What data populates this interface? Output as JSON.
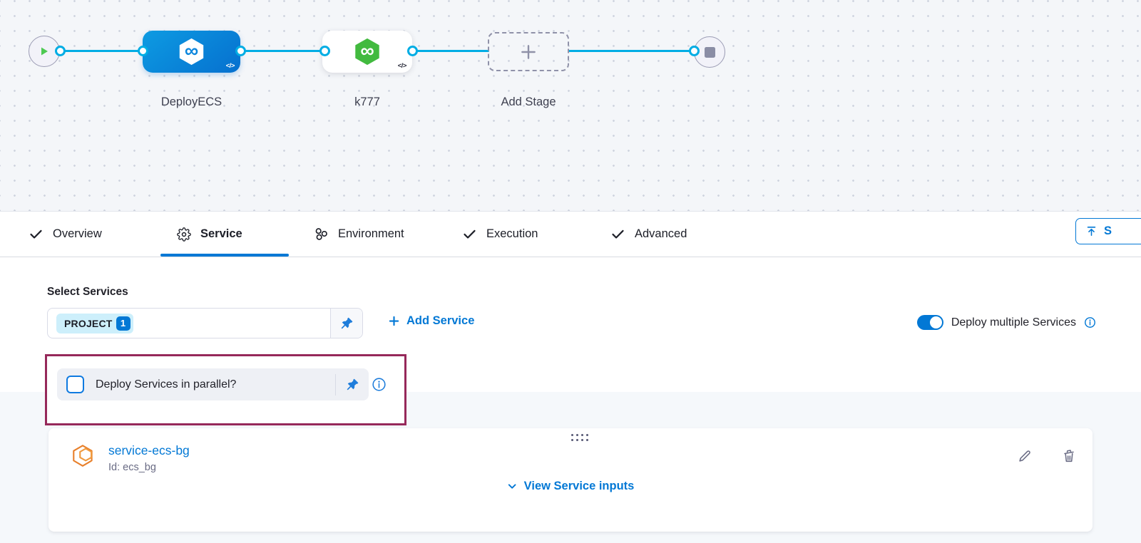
{
  "pipeline": {
    "stages": [
      {
        "name": "DeployECS"
      },
      {
        "name": "k777"
      },
      {
        "name": "Add Stage"
      }
    ],
    "code_badge": "</>"
  },
  "tabs": {
    "items": [
      {
        "label": "Overview"
      },
      {
        "label": "Service"
      },
      {
        "label": "Environment"
      },
      {
        "label": "Execution"
      },
      {
        "label": "Advanced"
      }
    ],
    "save_visible_label": "S"
  },
  "services": {
    "title": "Select Services",
    "chip_label": "PROJECT",
    "chip_count": "1",
    "add_service": "Add Service",
    "deploy_multiple": "Deploy multiple Services",
    "parallel_question": "Deploy Services in parallel?"
  },
  "card": {
    "name": "service-ecs-bg",
    "id": "Id: ecs_bg",
    "view_inputs": "View Service inputs"
  },
  "colors": {
    "accent": "#0278d5",
    "connector": "#00ade4",
    "stage_blue": "#0b86dd",
    "stage_green": "#42ba3f",
    "annotation_border": "#96295a",
    "service_orange": "#e8802c"
  }
}
